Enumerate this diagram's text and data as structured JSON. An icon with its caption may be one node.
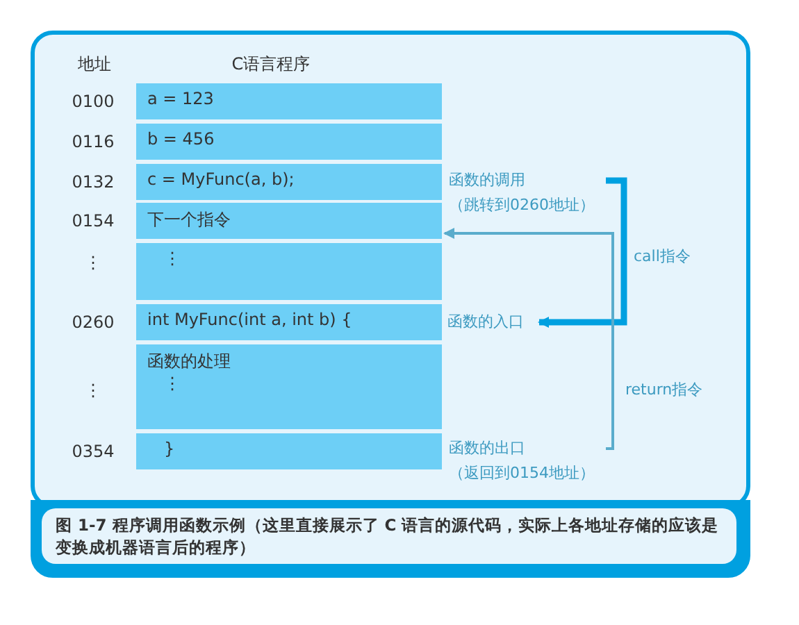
{
  "diagram": {
    "caption": "图 1-7 程序调用函数示例（这里直接展示了 C 语言的源代码，实际上各地址存储的应该是变换成机器语言后的程序）",
    "nodes": [
      {
        "text": [
          "a = 123"
        ]
      },
      {
        "text": [
          "b = 456"
        ]
      },
      {
        "text": [
          "c = MyFunc(a, b);"
        ]
      },
      {
        "text": [
          "下一个指令"
        ]
      },
      {
        "text": [
          "⋮"
        ]
      },
      {
        "text": [
          "int MyFunc(int a, int b) {"
        ]
      },
      {
        "text": [
          "函数的处理",
          "⋮"
        ]
      },
      {
        "text": [
          "}"
        ]
      },
      {
        "text": [
          "函数的调用",
          "（跳转到0260地址）"
        ]
      },
      {
        "text": [
          "函数的入口"
        ]
      },
      {
        "text": [
          "函数的出口",
          "（返回到0154地址）"
        ]
      }
    ],
    "edges": [
      {
        "from": 8,
        "to": 9,
        "arrow": "to",
        "label": "call指令",
        "style": "thick",
        "color": "#00a0e0"
      },
      {
        "from": 10,
        "to": 3,
        "arrow": "to",
        "label": "return指令",
        "color": "#5aaccc"
      }
    ],
    "labels": [
      "地址",
      "C语言程序",
      "0100",
      "0116",
      "0132",
      "0154",
      "⋮",
      "0260",
      "⋮",
      "0354"
    ]
  }
}
